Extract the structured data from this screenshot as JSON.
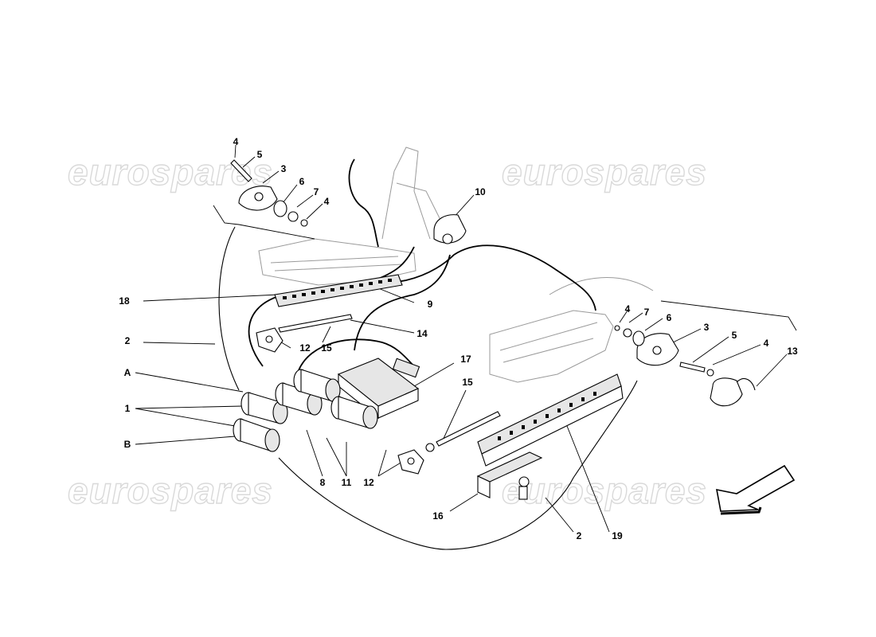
{
  "watermark": {
    "text": "eurospares",
    "color": "#d9d9d9"
  },
  "callouts": {
    "c4a": "4",
    "c5a": "5",
    "c3a": "3",
    "c6a": "6",
    "c7a": "7",
    "c4b": "4",
    "c10": "10",
    "c18": "18",
    "c9": "9",
    "c2a": "2",
    "c14": "14",
    "c12a": "12",
    "c15a": "15",
    "c17": "17",
    "cA": "A",
    "c1": "1",
    "cB": "B",
    "c15b": "15",
    "c8": "8",
    "c11": "11",
    "c12b": "12",
    "c16": "16",
    "c2b": "2",
    "c19": "19",
    "c4c": "4",
    "c7b": "7",
    "c6b": "6",
    "c3b": "3",
    "c5b": "5",
    "c4d": "4",
    "c13": "13"
  },
  "arrow": {
    "icon": "direction-arrow-icon"
  }
}
